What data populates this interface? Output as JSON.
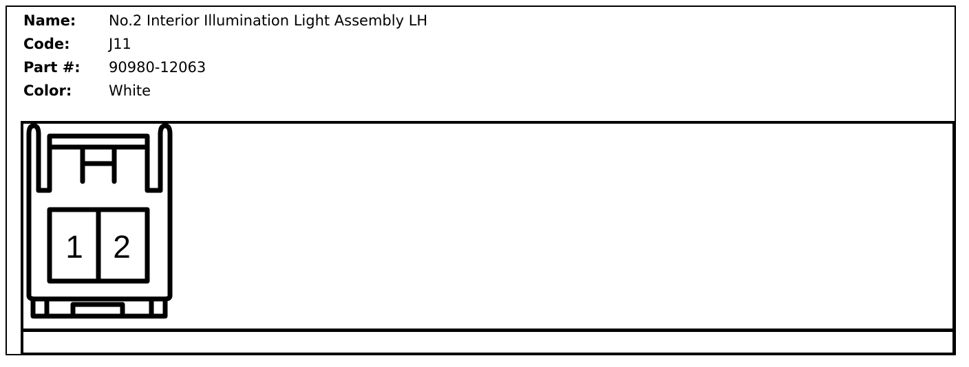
{
  "info": {
    "name_label": "Name:",
    "name_value": "No.2 Interior Illumination Light Assembly LH",
    "code_label": "Code:",
    "code_value": "J11",
    "part_label": "Part #:",
    "part_value": "90980-12063",
    "color_label": "Color:",
    "color_value": "White"
  },
  "connector": {
    "pins": [
      "1",
      "2"
    ]
  }
}
